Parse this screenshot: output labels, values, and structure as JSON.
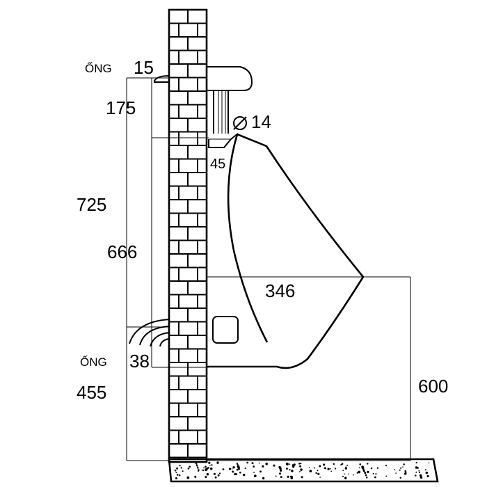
{
  "labels": {
    "pipe_top_prefix": "ỐNG",
    "pipe_top_size": "15",
    "dim_175": "175",
    "dim_725": "725",
    "dim_666": "666",
    "diameter_14": "14",
    "dim_45": "45",
    "dim_346": "346",
    "pipe_bottom_prefix": "ỐNG",
    "pipe_bottom_size": "38",
    "dim_455": "455",
    "dim_600": "600"
  },
  "colors": {
    "ink": "#000000",
    "background": "#ffffff"
  }
}
